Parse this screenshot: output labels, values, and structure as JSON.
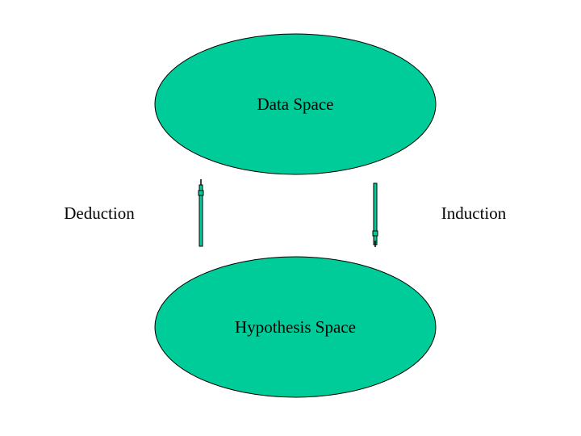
{
  "nodes": {
    "data_space": "Data Space",
    "hypothesis_space": "Hypothesis Space"
  },
  "edges": {
    "deduction": "Deduction",
    "induction": "Induction"
  },
  "colors": {
    "fill": "#00CC99",
    "stroke": "#000000"
  }
}
